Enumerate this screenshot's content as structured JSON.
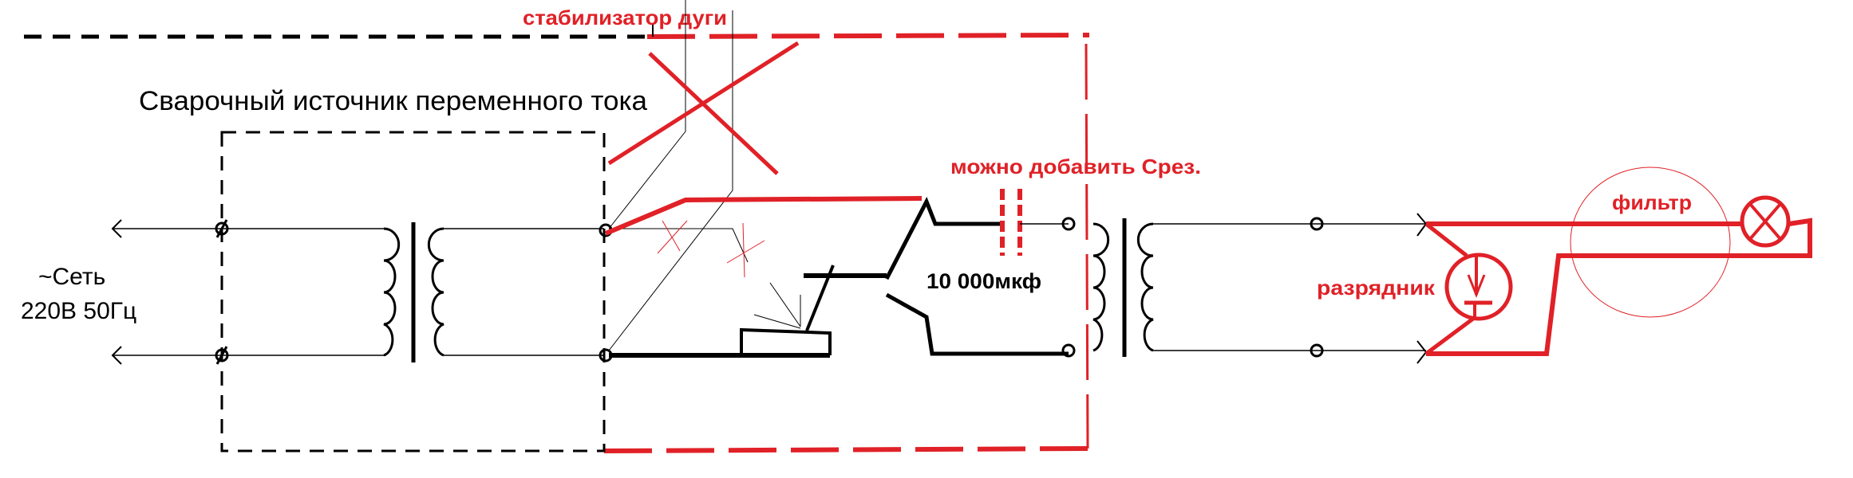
{
  "labels": {
    "title": "Сварочный источник переменного тока",
    "mains_line1": "~Сеть",
    "mains_line2": "220В 50Гц",
    "arc_stabilizer": "стабилизатор дуги",
    "add_capacitor": "можно добавить Срез.",
    "capacitance": "10 000мкф",
    "spark_gap": "разрядник",
    "filter": "фильтр"
  },
  "colors": {
    "annotation": "#e02127",
    "schematic": "#000000"
  }
}
